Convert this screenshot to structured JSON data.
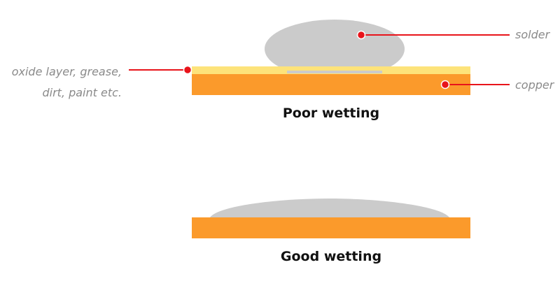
{
  "labels": {
    "solder": "solder",
    "copper": "copper",
    "oxide_line1": "oxide layer, grease,",
    "oxide_line2": "dirt, paint etc."
  },
  "captions": {
    "poor": "Poor wetting",
    "good": "Good wetting"
  },
  "colors": {
    "copper": "#fb9a2b",
    "oxide": "#fde37a",
    "solder": "#cbcbcb",
    "callout": "#e8141b",
    "label": "#8a8a8a",
    "caption": "#111111"
  }
}
